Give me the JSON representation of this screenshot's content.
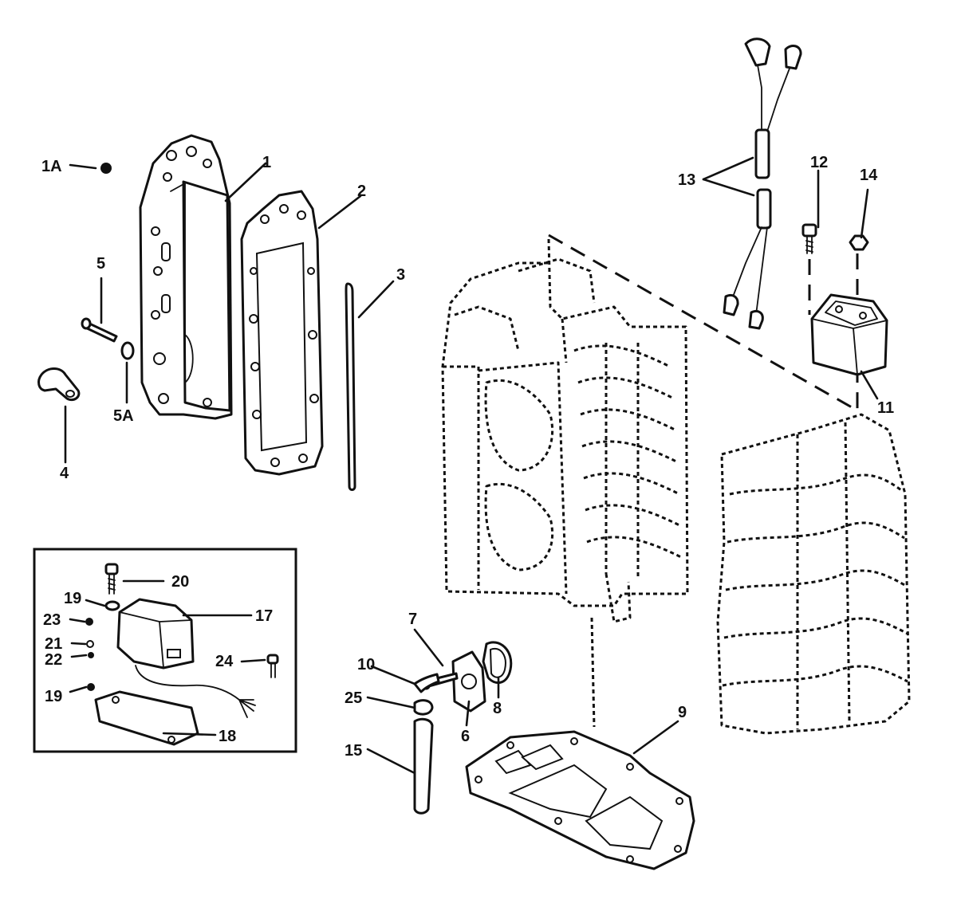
{
  "callouts": {
    "c1A": "1A",
    "c1": "1",
    "c2": "2",
    "c3": "3",
    "c4": "4",
    "c5": "5",
    "c5A": "5A",
    "c6": "6",
    "c7": "7",
    "c8": "8",
    "c9": "9",
    "c10": "10",
    "c11": "11",
    "c12": "12",
    "c13": "13",
    "c14": "14",
    "c15": "15",
    "c17": "17",
    "c18": "18",
    "c19a": "19",
    "c19b": "19",
    "c20": "20",
    "c21": "21",
    "c22": "22",
    "c23": "23",
    "c24": "24",
    "c25": "25"
  }
}
